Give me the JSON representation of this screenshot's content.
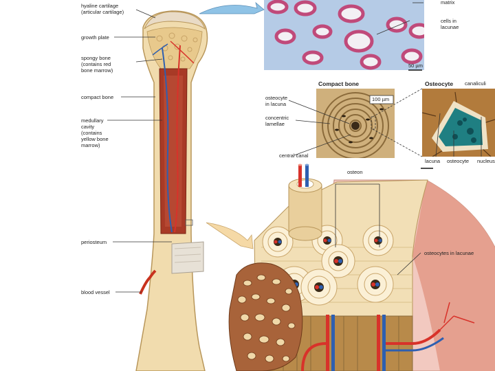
{
  "labels": {
    "hyaline": "hyaline cartilage\n(articular cartilage)",
    "growth_plate": "growth plate",
    "spongy": "spongy bone\n(contains red\nbone marrow)",
    "compact": "compact bone",
    "medullary": "medullary\ncavity\n(contains\nyellow bone\nmarrow)",
    "periosteum": "periosteum",
    "blood_vessel": "blood vessel",
    "matrix": "matrix",
    "cells_in_lacunae": "cells in\nlacunae",
    "scale_50": "50 µm",
    "compact_bone_title": "Compact bone",
    "scale_100": "100 µm",
    "osteocyte_in_lacuna": "osteocyte\nin lacuna",
    "concentric_lamellae": "concentric\nlamellae",
    "central_canal": "central canal",
    "osteon": "osteon",
    "osteocyte_title": "Osteocyte",
    "canaliculi": "canaliculi",
    "lacuna": "lacuna",
    "osteocyte": "osteocyte",
    "nucleus": "nucleus",
    "osteocytes_in_lacunae": "osteocytes in lacunae"
  },
  "colors": {
    "bone": "#f1dcae",
    "bone_edge": "#b8965a",
    "marrow": "#a83a26",
    "artery": "#d8322a",
    "vein": "#2e5fb0",
    "cartilage_bg": "#b5cbe6",
    "cartilage_cell": "#c04a7a"
  }
}
